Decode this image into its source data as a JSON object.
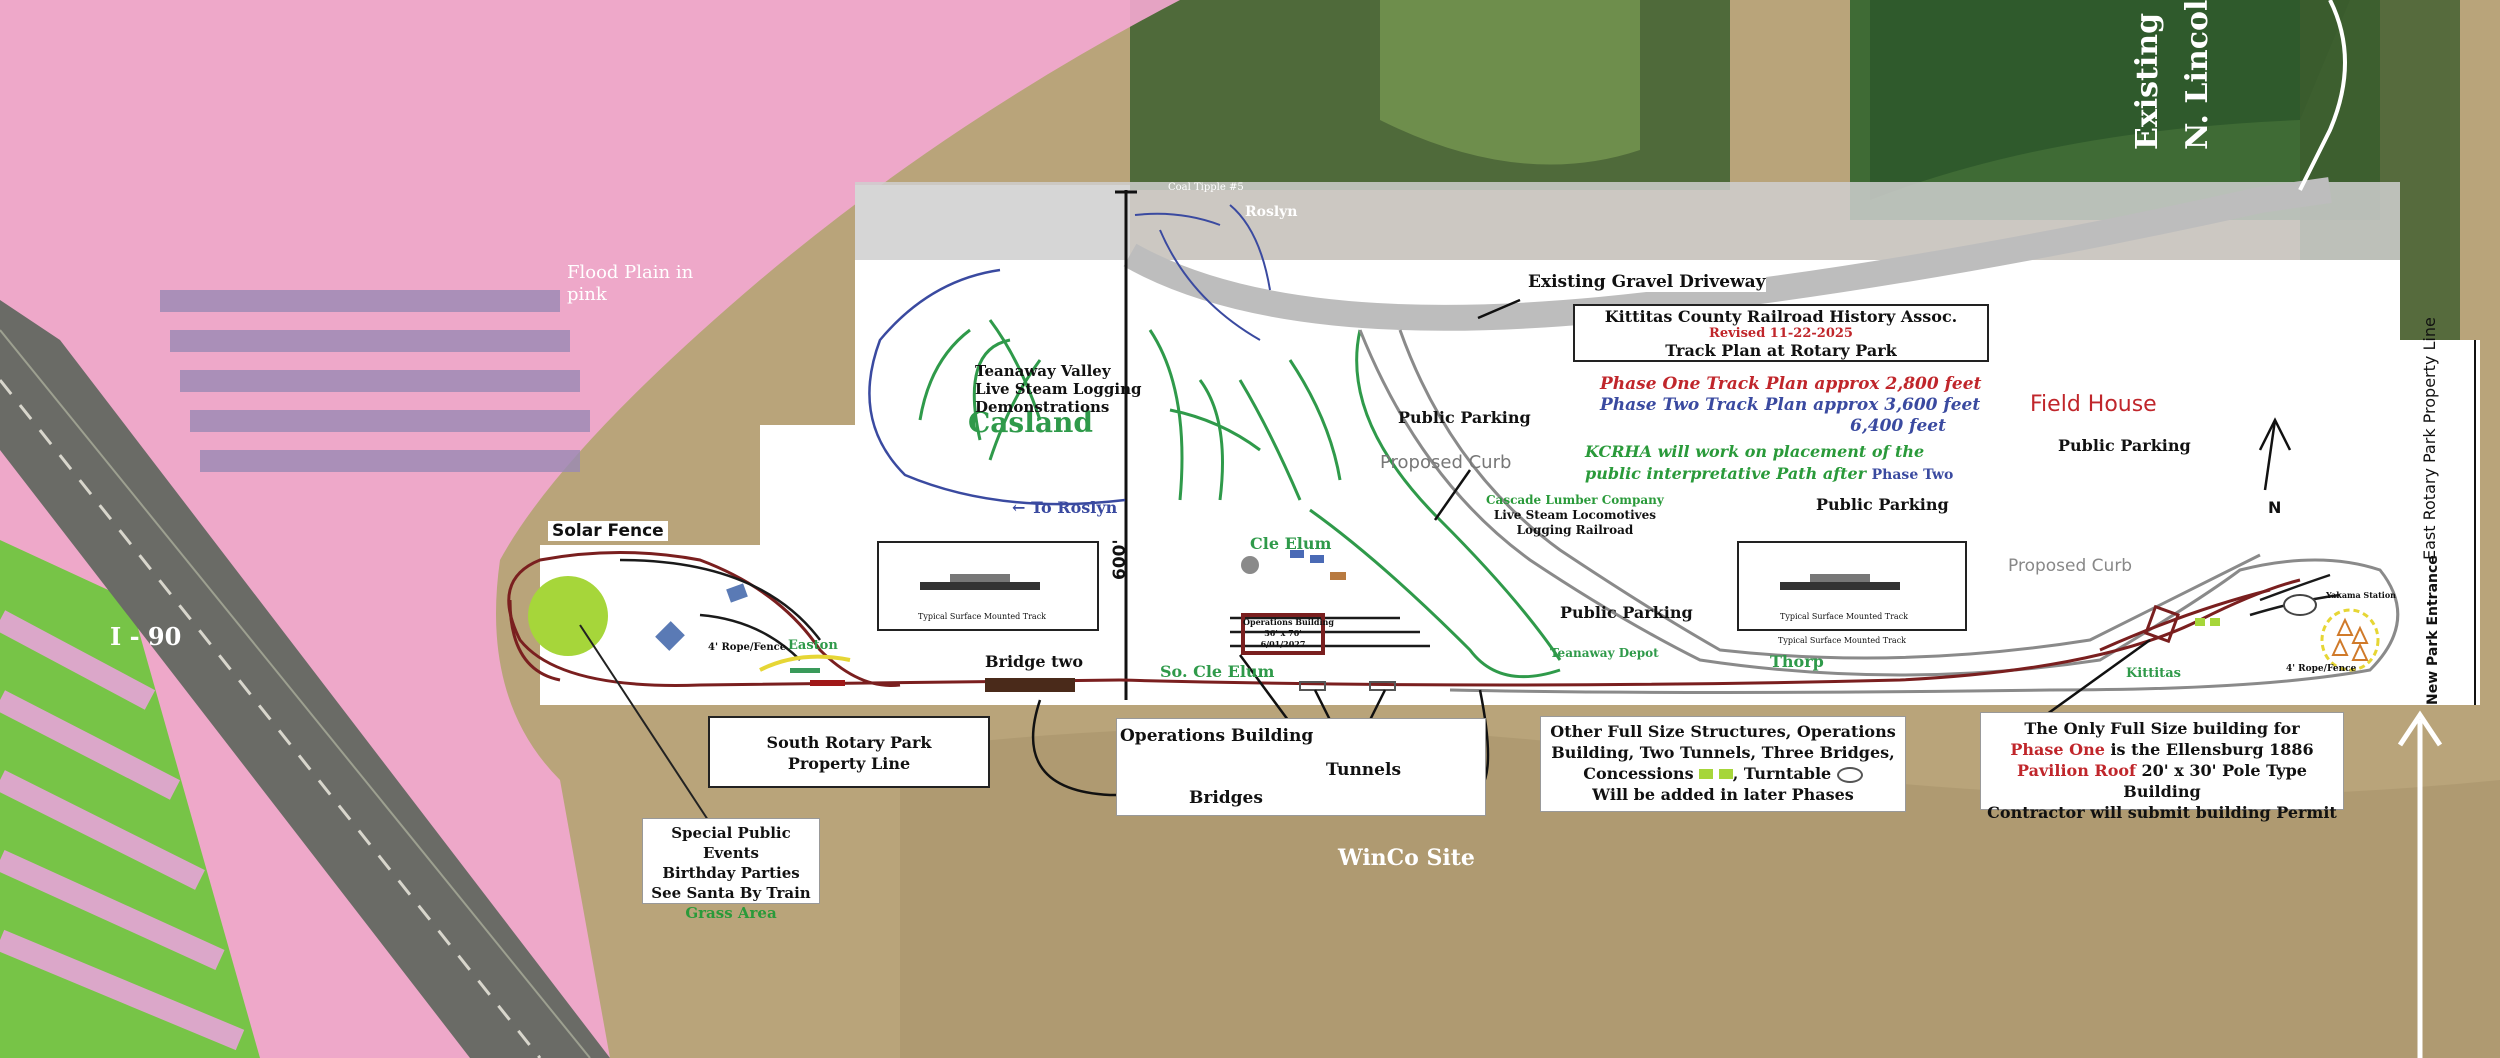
{
  "colors": {
    "flood_plain": "#f2a8cf",
    "ground": "#b9a47a",
    "grass": "#6bc83a",
    "track_red": "#7a1f1f",
    "track_green": "#2f9a4a",
    "track_blue": "#3a4aa0",
    "title_red": "#c0262b",
    "accent_green": "#2a9a3a"
  },
  "map": {
    "flood_plain": "Flood Plain in pink",
    "highway": "I - 90",
    "solar_fence": "Solar Fence",
    "winco": "WinCo Site",
    "existing_label_1": "Existing",
    "existing_label_2": "N. Lincoln",
    "north": "N",
    "dimension": "600'",
    "east_property": "East Rotary Park Property Line",
    "new_park_entrance": "New Park Entrance",
    "gravel_driveway": "Existing Gravel Driveway",
    "proposed_curb": "Proposed Curb",
    "field_house": "Field House",
    "public_parking": "Public Parking",
    "casland": "Casland",
    "teanaway_1": "Teanaway Valley",
    "teanaway_2": "Live Steam Logging",
    "teanaway_3": "Demonstrations",
    "to_roslyn": "To Roslyn",
    "roslyn": "Roslyn",
    "coal_tipple": "Coal Tipple #5",
    "cle_elum": "Cle Elum",
    "so_cle_elum": "So. Cle Elum",
    "easton": "Easton",
    "rope_fence": "4' Rope/Fence",
    "bridge_two": "Bridge two",
    "teanaway_depot": "Teanaway Depot",
    "thorp": "Thorp",
    "kittitas": "Kittitas",
    "yakama_station": "Yakama Station",
    "cascade_1": "Cascade Lumber Company",
    "cascade_2": "Live Steam Locomotives",
    "cascade_3": "Logging Railroad",
    "ops_building_1": "Operations Building",
    "ops_building_2": "36' x 70'",
    "ops_building_3": "6/01/2027",
    "track_section": "Typical Surface Mounted Track",
    "kcrha_1": "KCRHA will work on placement of the",
    "kcrha_2": "public interpretative Path after",
    "kcrha_3": "Phase Two",
    "phase_one": "Phase One Track Plan approx 2,800 feet",
    "phase_two": "Phase Two Track Plan approx 3,600 feet",
    "phase_total": "6,400 feet"
  },
  "title_box": {
    "line1": "Kittitas County Railroad History Assoc.",
    "line2": "Revised 11-22-2025",
    "line3": "Track Plan at Rotary Park"
  },
  "callouts": {
    "south_line_1": "South Rotary Park",
    "south_line_2": "Property Line",
    "events_1": "Special Public Events",
    "events_2": "Birthday Parties",
    "events_3": "See Santa By Train",
    "events_4": "Grass Area",
    "ops_label": "Operations Building",
    "tunnels": "Tunnels",
    "bridges": "Bridges",
    "other_1": "Other Full Size Structures, Operations",
    "other_2": "Building, Two Tunnels, Three Bridges,",
    "other_3a": "Concessions",
    "other_3b": ", Turntable",
    "other_4": "Will be added in later Phases",
    "only_1": "The Only Full Size building for",
    "only_2a": "Phase One",
    "only_2b": " is the Ellensburg 1886",
    "only_3a": "Pavilion Roof",
    "only_3b": " 20' x 30' Pole Type Building",
    "only_4": "Contractor will submit building Permit"
  }
}
